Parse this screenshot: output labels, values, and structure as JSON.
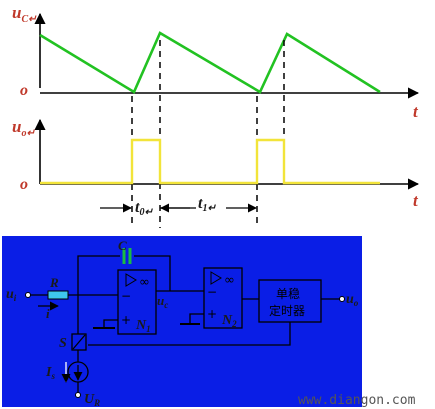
{
  "top_chart": {
    "y_label": "u",
    "y_label_sub": "C↵",
    "origin_label": "o",
    "x_label": "t",
    "line_color": "#22c222"
  },
  "bottom_chart": {
    "y_label": "u",
    "y_label_sub": "o↵",
    "origin_label": "o",
    "x_label": "t",
    "line_color": "#f2e43a"
  },
  "timing": {
    "t0_label": "t",
    "t0_sub": "0↵",
    "t1_label": "t",
    "t1_sub": "1↵"
  },
  "circuit": {
    "background": "#0a1ee6",
    "input_label": "u",
    "input_sub": "i",
    "resistor_label": "R",
    "current_label": "i",
    "capacitor_label": "C",
    "infinity_symbol": "∞",
    "opamp1_minus": "−",
    "opamp1_plus": "+",
    "opamp1_name": "N",
    "opamp1_sub": "1",
    "opamp1_output_label": "u",
    "opamp1_output_sub": "c",
    "opamp2_minus": "−",
    "opamp2_plus": "+",
    "opamp2_name": "N",
    "opamp2_sub": "2",
    "monostable_line1": "单稳",
    "monostable_line2": "定时器",
    "output_label": "u",
    "output_sub": "o",
    "switch_label": "S",
    "source_label": "I",
    "source_sub": "s",
    "ref_label": "U",
    "ref_sub": "R"
  },
  "watermark": "www.diangon.com"
}
